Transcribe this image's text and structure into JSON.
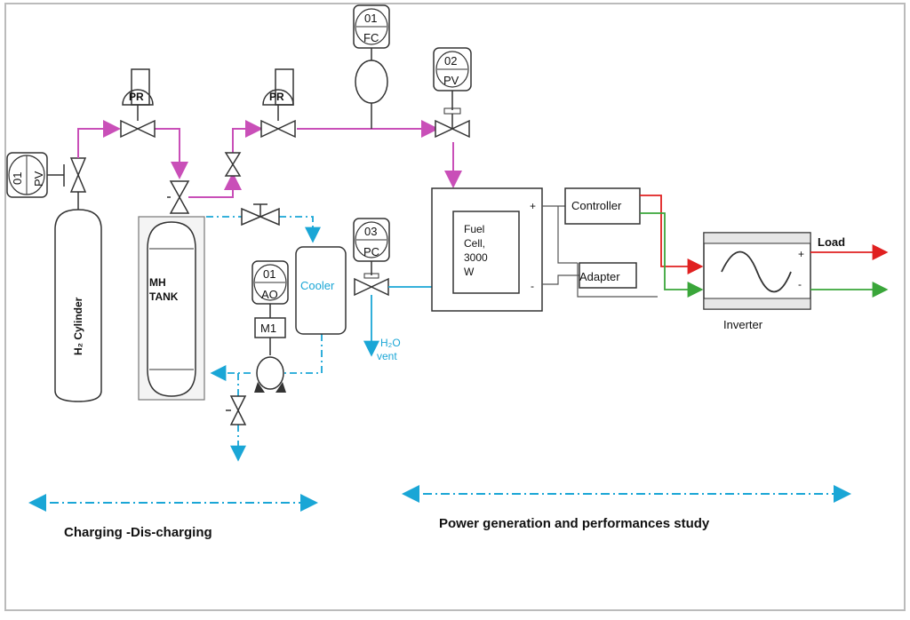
{
  "colors": {
    "h2_line": "#c94fb8",
    "water_line": "#1aa6d6",
    "positive_line": "#e02020",
    "negative_line": "#3aa63a",
    "equipment": "#333333"
  },
  "instruments": {
    "pv_cylinder": {
      "top": "01",
      "bottom": "PV"
    },
    "pr_1": {
      "label": "PR"
    },
    "pr_2": {
      "label": "PR"
    },
    "fc": {
      "top": "01",
      "bottom": "FC"
    },
    "pv_2": {
      "top": "02",
      "bottom": "PV"
    },
    "pc": {
      "top": "03",
      "bottom": "PC"
    },
    "ao": {
      "top": "01",
      "bottom": "AO"
    },
    "m1": {
      "label": "M1"
    }
  },
  "equipment": {
    "h2_cylinder": "H₂ Cylinder",
    "mh_tank_line1": "MH",
    "mh_tank_line2": "TANK",
    "cooler": "Cooler",
    "fuel_cell": [
      "Fuel",
      "Cell,",
      "3000",
      "W"
    ],
    "controller": "Controller",
    "adapter": "Adapter",
    "inverter": "Inverter",
    "plus": "+",
    "minus": "-",
    "h2o_vent_line1": "H₂O",
    "h2o_vent_line2": "vent",
    "load": "Load"
  },
  "sections": {
    "left": "Charging -Dis-charging",
    "right": "Power generation and performances study"
  }
}
